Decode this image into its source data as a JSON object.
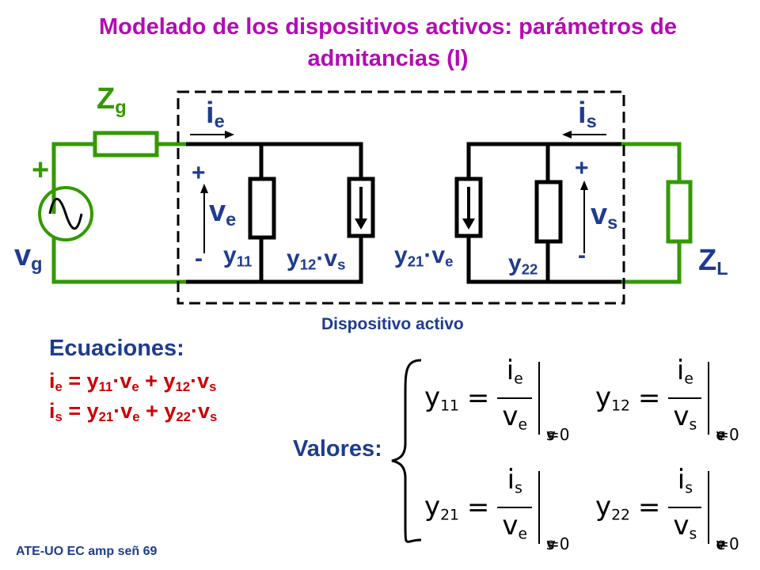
{
  "title": "Modelado de los dispositivos activos: parámetros de admitancias (I)",
  "labels": {
    "Zg": "Z",
    "Zg_sub": "g",
    "vg": "v",
    "vg_sub": "g",
    "plus_source": "+",
    "ie": "i",
    "ie_sub": "e",
    "is": "i",
    "is_sub": "s",
    "ve": "v",
    "ve_sub": "e",
    "vs": "v",
    "vs_sub": "s",
    "ve_plus": "+",
    "ve_minus": "-",
    "vs_plus": "+",
    "vs_minus": "-",
    "y11": "y",
    "y11_sub": "11",
    "y12vs": "y",
    "y12vs_sub": "12",
    "y12vs_dot": "·v",
    "y12vs_sub2": "s",
    "y21ve": "y",
    "y21ve_sub": "21",
    "y21ve_dot": "·v",
    "y21ve_sub2": "e",
    "y22": "y",
    "y22_sub": "22",
    "ZL": "Z",
    "ZL_sub": "L",
    "device": "Dispositivo activo"
  },
  "equations": {
    "heading": "Ecuaciones:",
    "eq1": [
      "i",
      "e",
      " = y",
      "11",
      "·v",
      "e",
      " + y",
      "12",
      "·v",
      "s"
    ],
    "eq2": [
      "i",
      "s",
      " = y",
      "21",
      "·v",
      "e",
      " + y",
      "22",
      "·v",
      "s"
    ]
  },
  "values_label": "Valores:",
  "formulas": [
    {
      "lhs": "y",
      "lhs_sub": "11",
      "num": "i",
      "num_sub": "e",
      "den": "v",
      "den_sub": "e",
      "cond": "v",
      "cond_sub": "s",
      "cond_eq": "=0"
    },
    {
      "lhs": "y",
      "lhs_sub": "12",
      "num": "i",
      "num_sub": "e",
      "den": "v",
      "den_sub": "s",
      "cond": "v",
      "cond_sub": "e",
      "cond_eq": "=0"
    },
    {
      "lhs": "y",
      "lhs_sub": "21",
      "num": "i",
      "num_sub": "s",
      "den": "v",
      "den_sub": "e",
      "cond": "v",
      "cond_sub": "s",
      "cond_eq": "=0"
    },
    {
      "lhs": "y",
      "lhs_sub": "22",
      "num": "i",
      "num_sub": "s",
      "den": "v",
      "den_sub": "s",
      "cond": "v",
      "cond_sub": "e",
      "cond_eq": "=0"
    }
  ],
  "footer": "ATE-UO EC amp señ 69",
  "colors": {
    "title": "#b30cb3",
    "circuit_text": "#1e3c8f",
    "equations": "#cc0000",
    "external": "#339900",
    "wire": "#000000"
  }
}
